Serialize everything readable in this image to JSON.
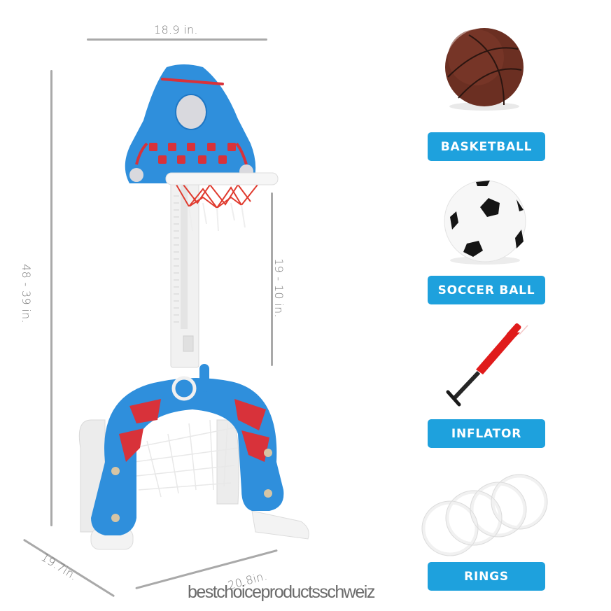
{
  "dimensions": {
    "top_width": "18.9 in.",
    "total_height": "48 - 39 in.",
    "hoop_adjust": "19 - 10 in.",
    "base_depth": "19.7in.",
    "base_width": "20.8in."
  },
  "accessories": [
    {
      "label": "BASKETBALL",
      "icon": "basketball-icon"
    },
    {
      "label": "SOCCER BALL",
      "icon": "soccer-ball-icon"
    },
    {
      "label": "INFLATOR",
      "icon": "pump-icon"
    },
    {
      "label": "RINGS",
      "icon": "rings-icon"
    }
  ],
  "colors": {
    "label_bg": "#1ea1dd",
    "toy_blue": "#2f8fdc",
    "toy_red": "#d8323a",
    "dimension_line": "#a9a9a9"
  },
  "watermark": "bestchoiceproductsschweiz"
}
